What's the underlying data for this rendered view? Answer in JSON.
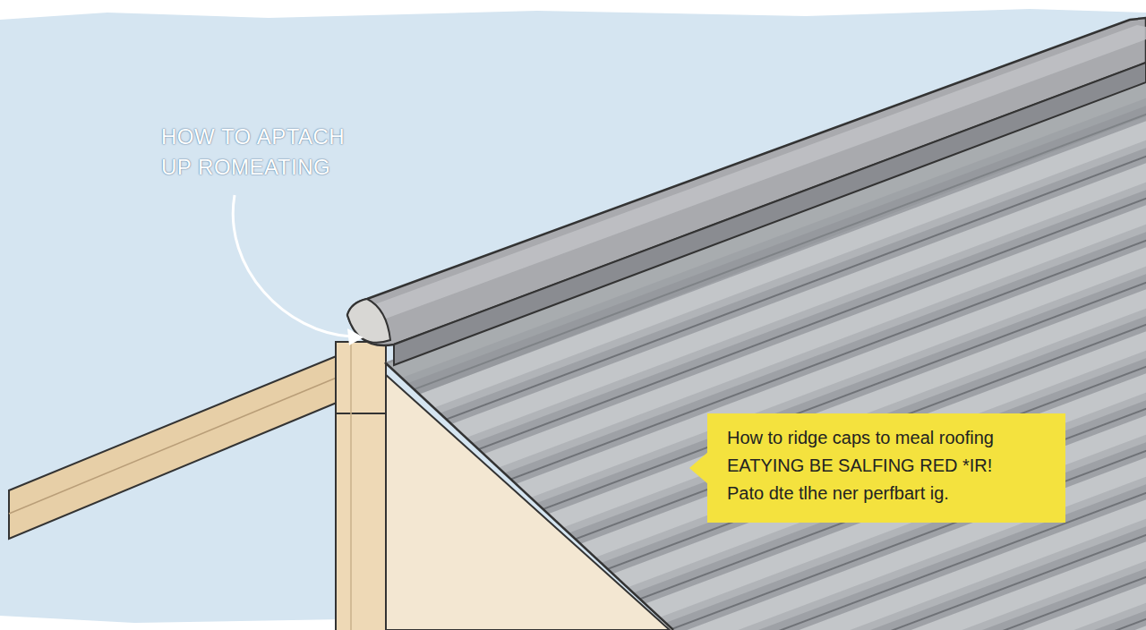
{
  "diagram": {
    "nodes": [
      {
        "text": [
          "How to ridge caps to meal roofing",
          "EATYING BE SALFING RED *IR!",
          "Pato dte tlhe ner perfbart ig."
        ]
      }
    ],
    "labels": [
      "HOW TO APTACH UP ROMEATING"
    ]
  }
}
